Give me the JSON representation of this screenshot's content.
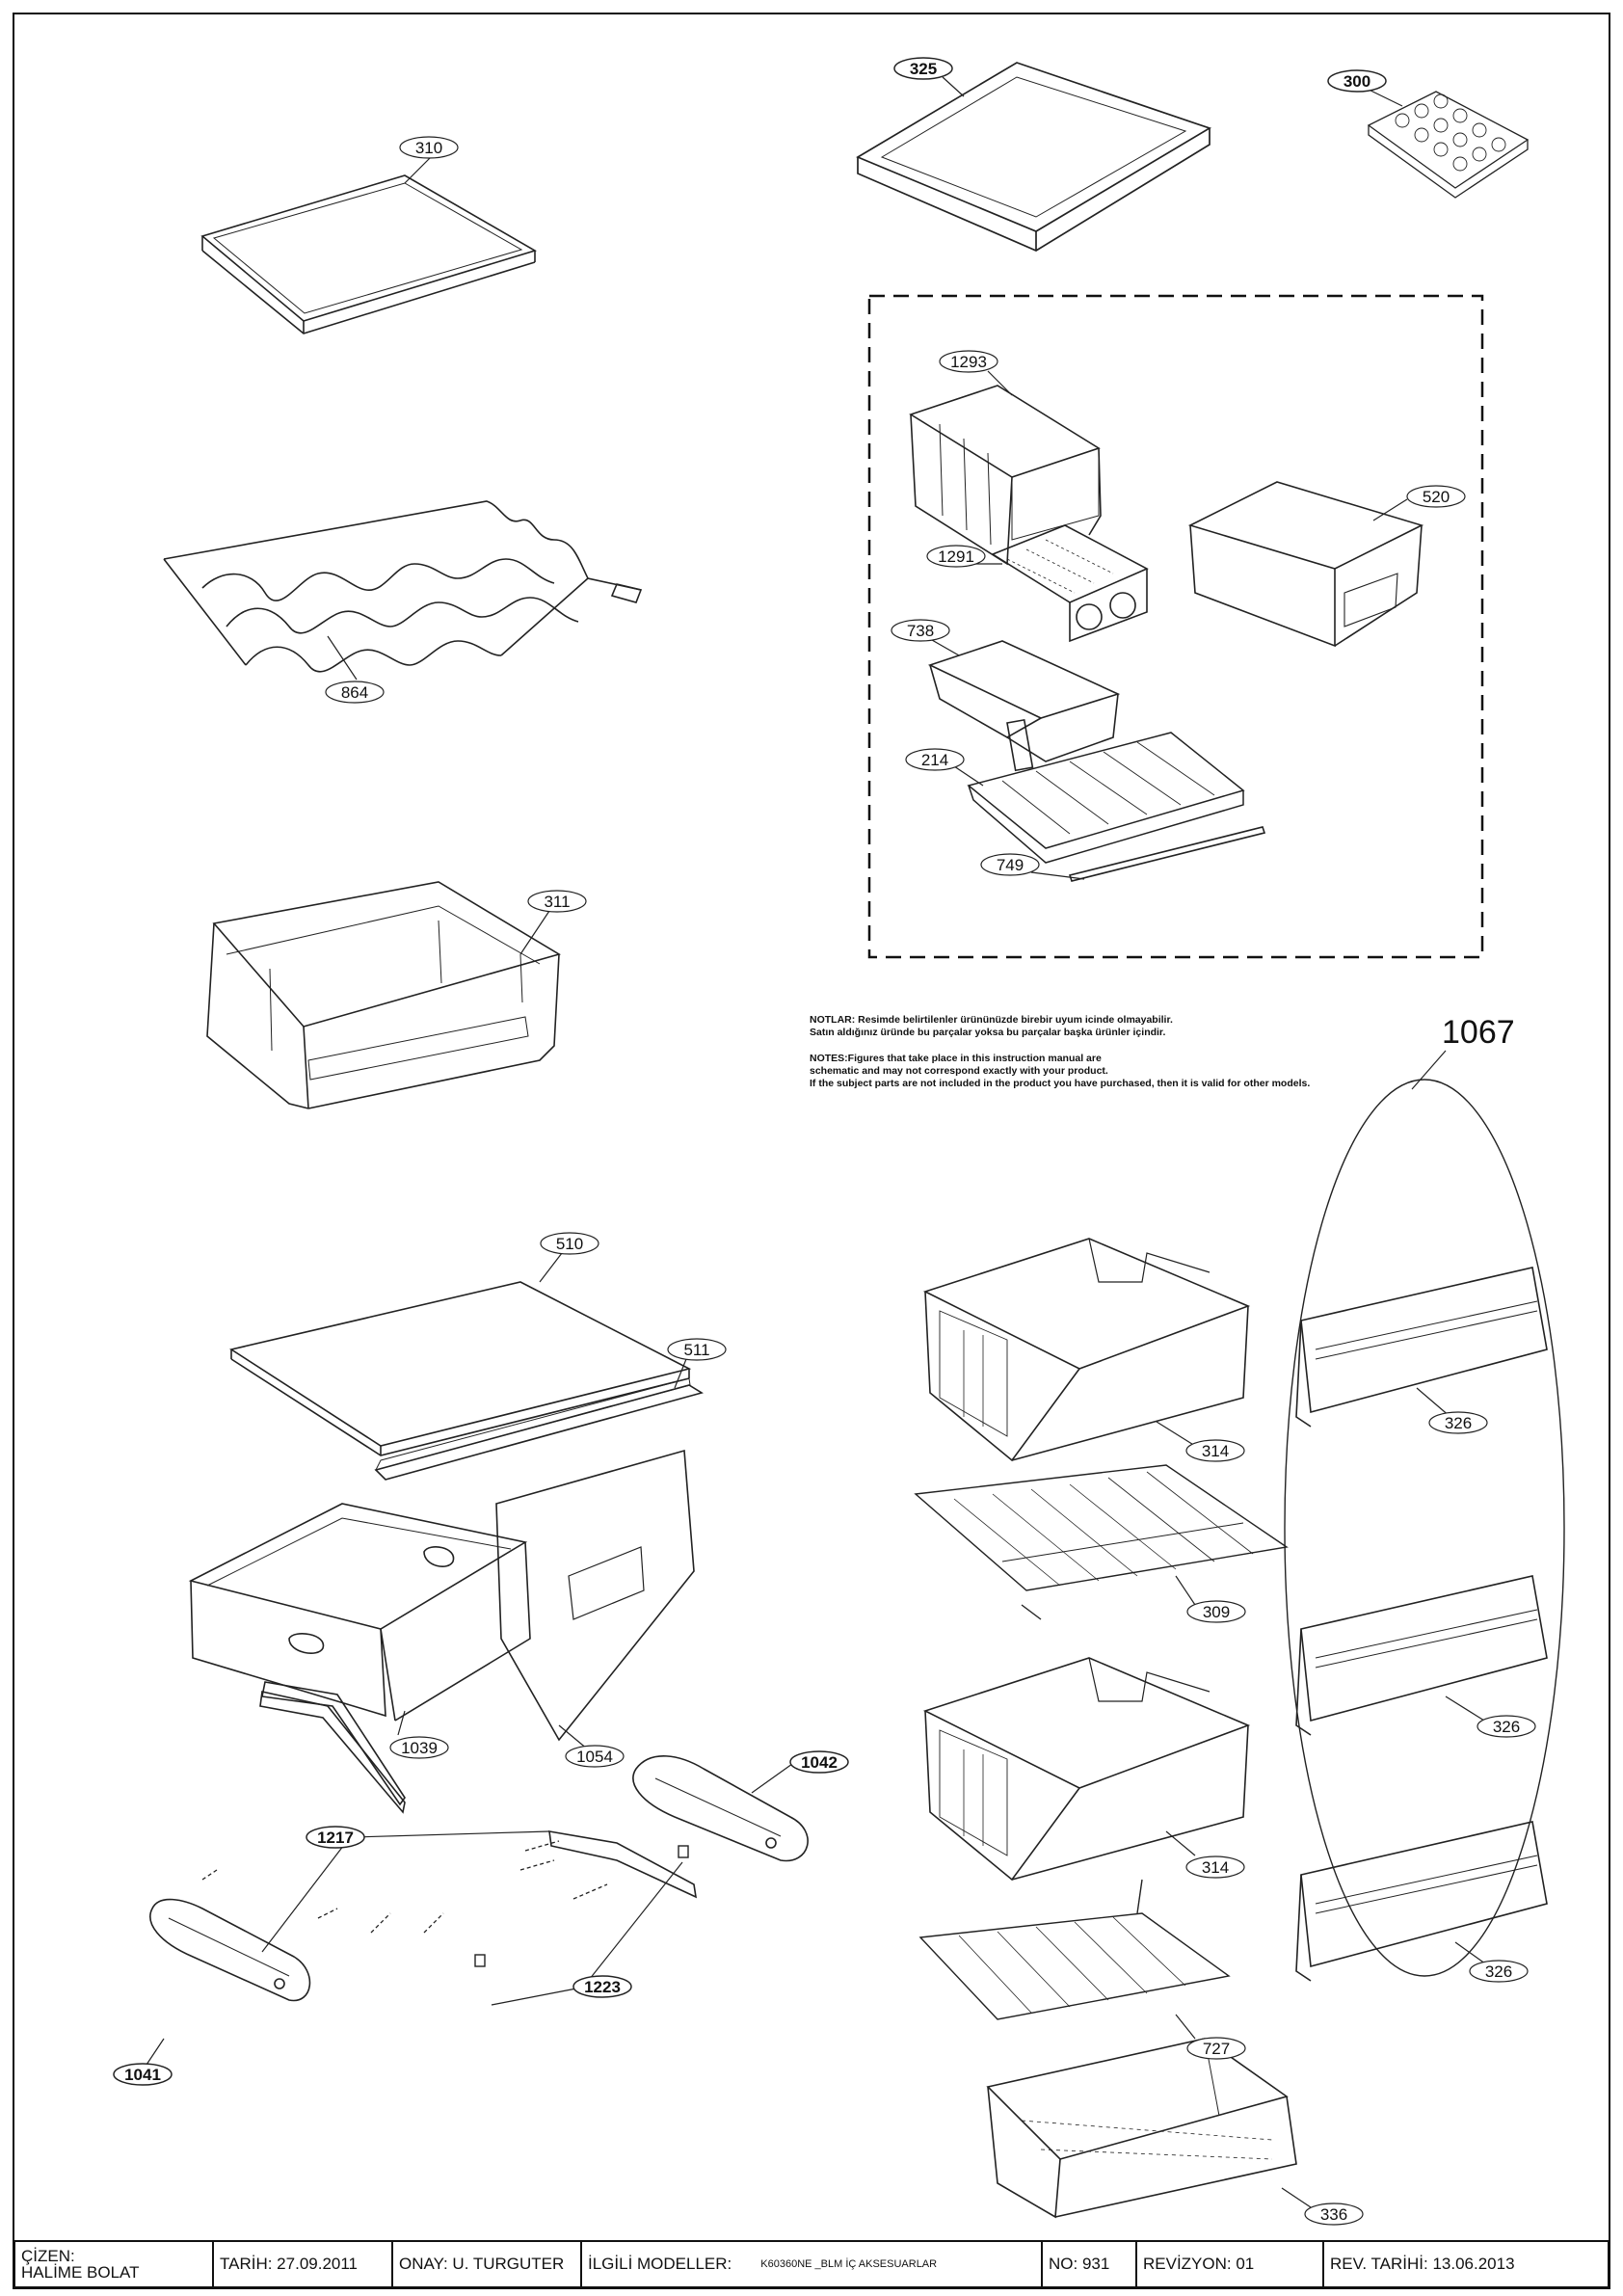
{
  "parts": {
    "p310": "310",
    "p864": "864",
    "p311": "311",
    "p325": "325",
    "p300": "300",
    "p1293": "1293",
    "p1291": "1291",
    "p520": "520",
    "p738": "738",
    "p214": "214",
    "p749": "749",
    "p510": "510",
    "p511": "511",
    "p1039": "1039",
    "p1054": "1054",
    "p1042": "1042",
    "p1217": "1217",
    "p1223": "1223",
    "p1041": "1041",
    "p314a": "314",
    "p309": "309",
    "p314b": "314",
    "p727": "727",
    "p336": "336",
    "p326a": "326",
    "p326b": "326",
    "p326c": "326",
    "p1067": "1067"
  },
  "notes": {
    "tr_line1": "NOTLAR: Resimde belirtilenler ürününüzde birebir  uyum icinde olmayabilir.",
    "tr_line2": "Satın aldığınız üründe bu parçalar yoksa bu parçalar başka ürünler içindir.",
    "en_line1": "NOTES:Figures that take place in this instruction manual are",
    "en_line2": "schematic  and may not correspond exactly with your product.",
    "en_line3": "If the subject parts are not included in the product you have purchased, then it is valid for other models."
  },
  "titleblock": {
    "drawn_label": "ÇİZEN:",
    "drawn_by": "HALİME BOLAT",
    "date": "TARİH: 27.09.2011",
    "approval": "ONAY: U. TURGUTER",
    "models_label": "İLGİLİ MODELLER:",
    "models_value": "K60360NE _BLM İÇ AKSESUARLAR",
    "number": "NO: 931",
    "revision": "REVİZYON: 01",
    "rev_date": "REV. TARİHİ:  13.06.2013"
  }
}
